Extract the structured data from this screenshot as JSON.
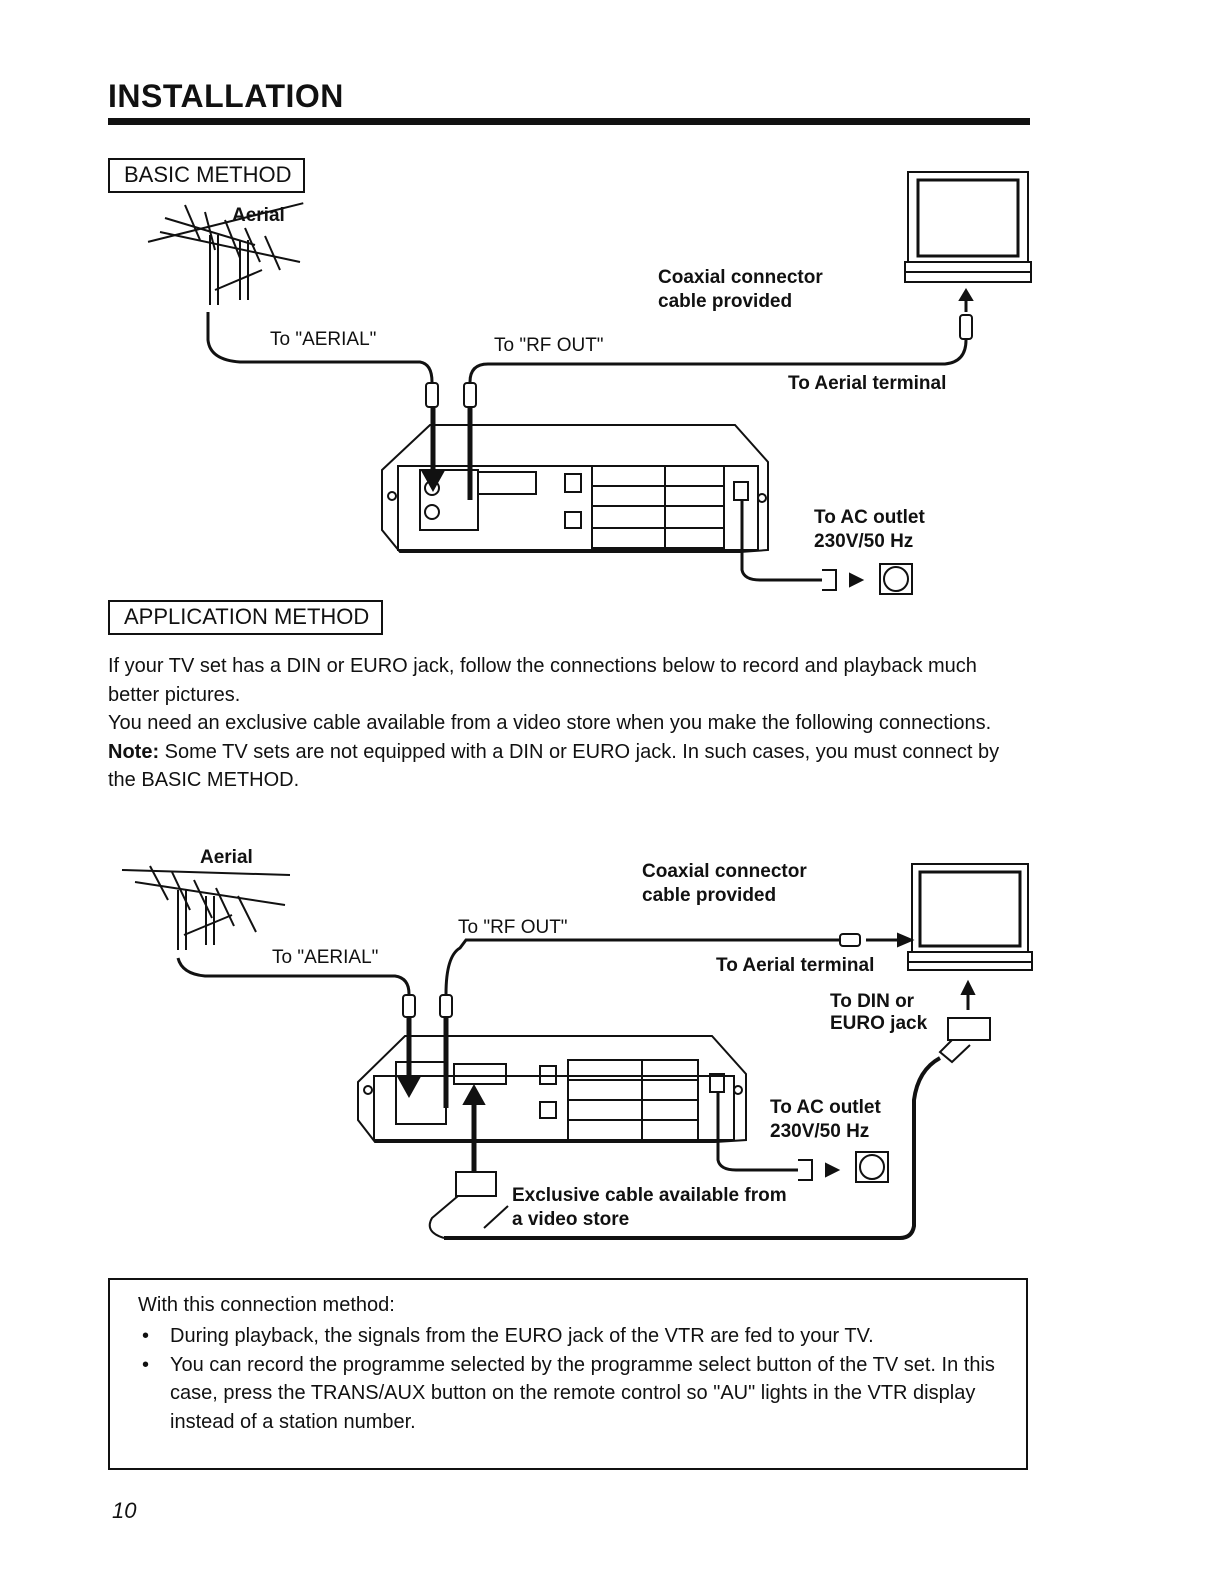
{
  "page": {
    "title": "INSTALLATION",
    "page_number": "10"
  },
  "basic_method": {
    "label": "BASIC METHOD",
    "aerial": "Aerial",
    "to_aerial": "To \"AERIAL\"",
    "to_rf_out": "To \"RF OUT\"",
    "coaxial_line1": "Coaxial connector",
    "coaxial_line2": "cable provided",
    "to_aerial_terminal": "To Aerial terminal",
    "ac_line1": "To AC outlet",
    "ac_line2": "230V/50 Hz"
  },
  "application_method": {
    "label": "APPLICATION METHOD",
    "para1": "If your TV set has a DIN or EURO jack, follow the connections below to record and playback much better pictures.",
    "para2": "You need an exclusive cable available from a video store when you make the following connections.",
    "note_label": "Note:",
    "note_text": " Some TV sets are not equipped with a DIN or EURO jack.  In such cases, you must connect by the BASIC METHOD.",
    "aerial": "Aerial",
    "to_aerial": "To \"AERIAL\"",
    "to_rf_out": "To \"RF OUT\"",
    "coaxial_line1": "Coaxial connector",
    "coaxial_line2": "cable provided",
    "to_aerial_terminal": "To Aerial terminal",
    "din_line1": "To DIN or",
    "din_line2": "EURO jack",
    "ac_line1": "To AC outlet",
    "ac_line2": "230V/50 Hz",
    "exclusive_line1": "Exclusive cable available from",
    "exclusive_line2": "a video store"
  },
  "info_box": {
    "intro": "With this connection method:",
    "bullet": "•",
    "items": [
      "During playback, the signals from the EURO jack of the VTR are fed to your TV.",
      "You can record the programme selected by the programme select button of the TV set.  In this case, press the TRANS/AUX button on the remote control so \"AU\" lights in the VTR display instead of a station number."
    ]
  }
}
